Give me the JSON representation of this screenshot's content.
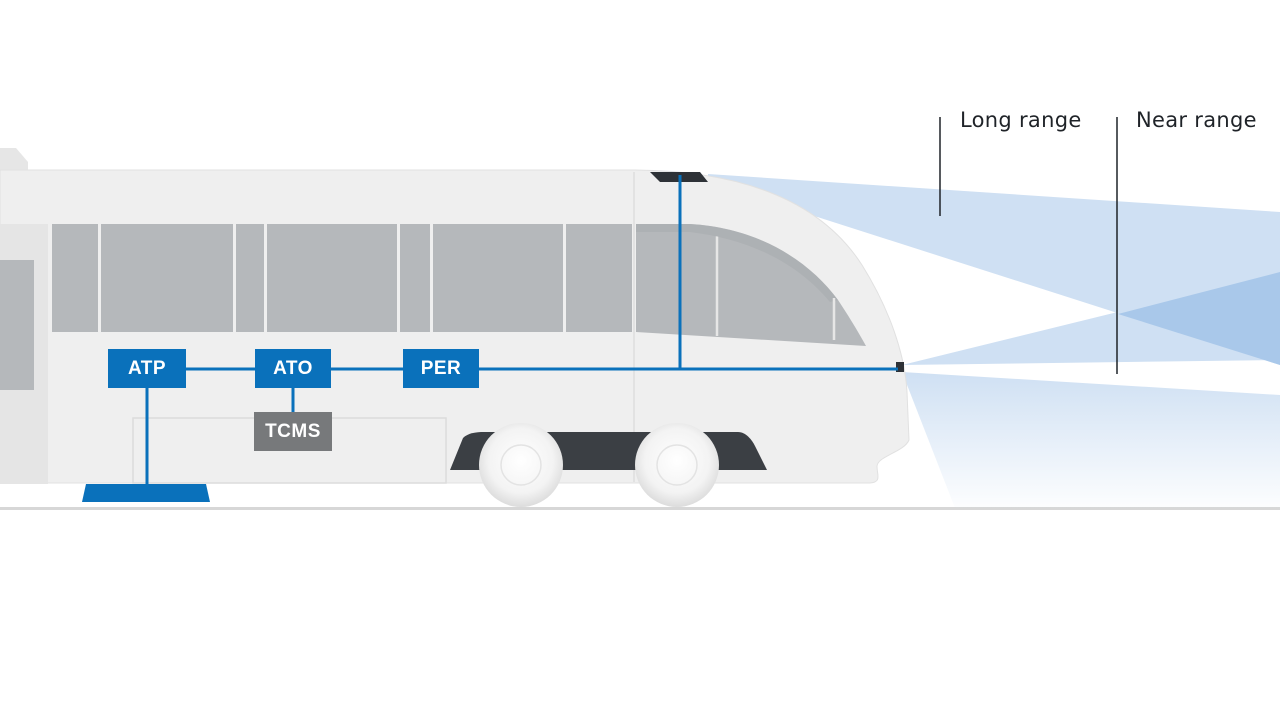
{
  "labels": {
    "long_range": "Long range",
    "near_range": "Near range"
  },
  "components": {
    "atp": "ATP",
    "ato": "ATO",
    "per": "PER",
    "tcms": "TCMS"
  },
  "colors": {
    "component_blue": "#0a71bb",
    "tcms_gray": "#77797b",
    "beam_light": "#cfe0f3",
    "beam_overlap": "#a9c8ea",
    "train_body": "#eeeeee",
    "window_gray": "#b5b8bb",
    "track": "#d7d7d7"
  }
}
